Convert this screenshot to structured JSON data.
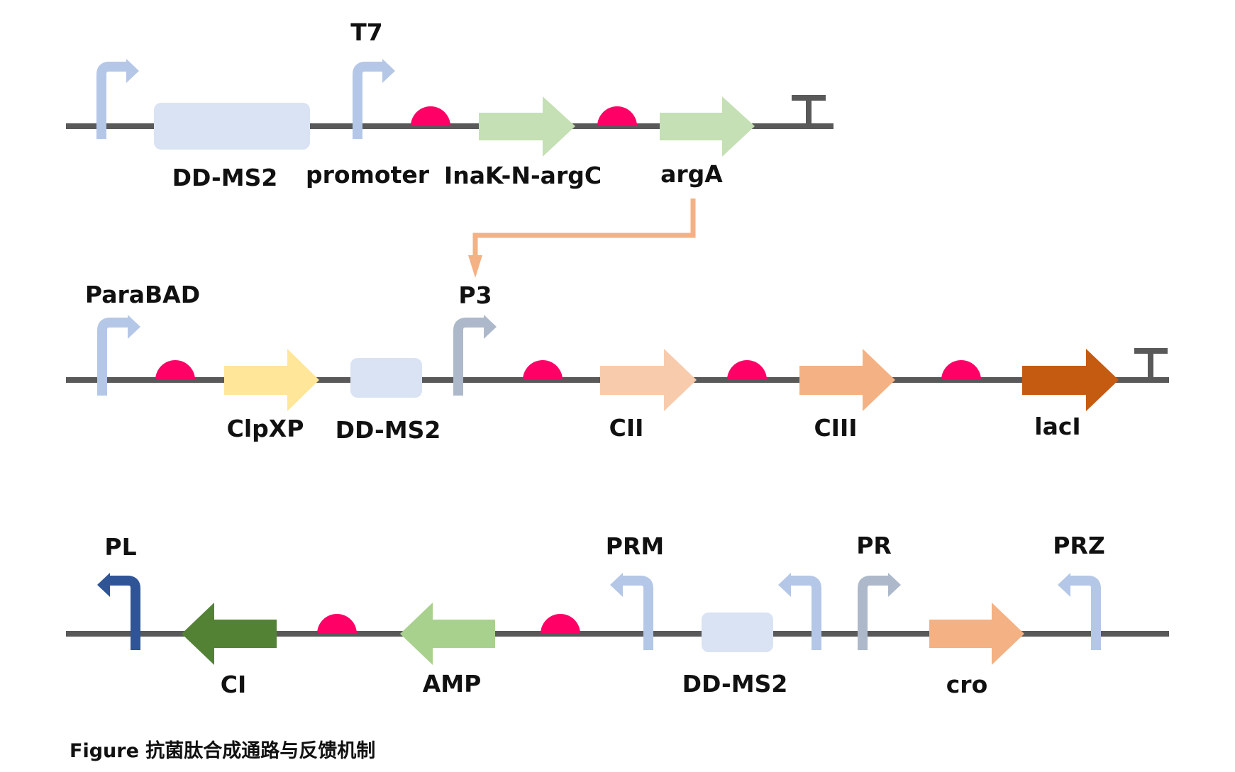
{
  "caption": "Figure 抗菌肽合成通路与反馈机制",
  "colors": {
    "backbone": "#595959",
    "rbs": "#FF0066",
    "promoter_light": "#B4C7E7",
    "promoter_grey": "#ADB9CA",
    "promoter_dark": "#2F5597",
    "ms2_box": "#DAE3F3",
    "inak_arg": "#C5E0B4",
    "clpxp": "#FFE699",
    "cii": "#F8CBAD",
    "ciii": "#F4B183",
    "laci": "#C55A11",
    "ci": "#548235",
    "amp": "#A9D18E",
    "cro": "#F4B183",
    "link_arrow": "#F4B183"
  },
  "row1": {
    "labels": {
      "ms2": "DD-MS2",
      "t7": "T7",
      "promoter": "promoter",
      "inak": "InaK-N-argC",
      "arga": "argA"
    }
  },
  "row2": {
    "labels": {
      "parabad": "ParaBAD",
      "p3": "P3",
      "clpxp": "ClpXP",
      "ms2": "DD-MS2",
      "cii": "CII",
      "ciii": "CIII",
      "laci": "lacI"
    }
  },
  "row3": {
    "labels": {
      "pl": "PL",
      "prm": "PRM",
      "pr": "PR",
      "prz": "PRZ",
      "ci": "CI",
      "amp": "AMP",
      "ms2": "DD-MS2",
      "cro": "cro"
    }
  }
}
